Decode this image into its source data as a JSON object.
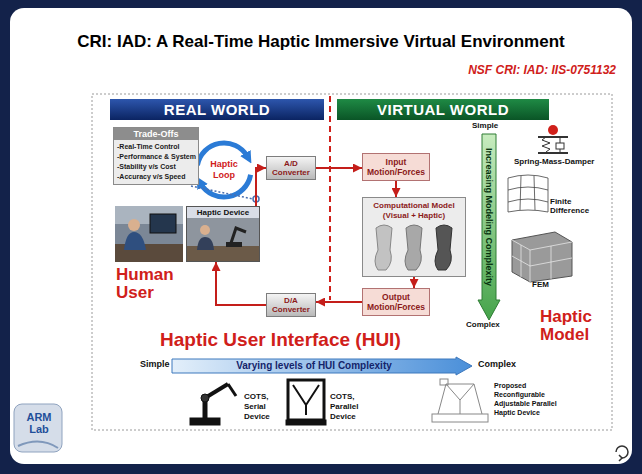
{
  "diagram": {
    "title": "CRI: IAD: A Real-Time Haptic Immersive Virtual Environment",
    "nodes": [
      {
        "text": [
          "REAL WORLD"
        ]
      },
      {
        "text": [
          "VIRTUAL WORLD"
        ]
      },
      {
        "text": [
          "Trade-Offs",
          "-Real-Time Control",
          "-Performance & System",
          "-Stability v/s Cost",
          "-Accuracy v/s Speed"
        ]
      },
      {
        "text": [
          "A/D Converter"
        ]
      },
      {
        "text": [
          "Input Motion/Forces"
        ]
      },
      {
        "text": [
          "Haptic Device"
        ]
      },
      {
        "text": [
          "Computational Model (Visual + Haptic)"
        ]
      },
      {
        "text": [
          "Increasing Modeling Complexity"
        ]
      },
      {
        "text": [
          "Output Motion/Forces"
        ]
      },
      {
        "text": [
          "D/A Converter"
        ]
      },
      {
        "text": [
          "Varying levels of HUI Complexity"
        ]
      }
    ],
    "edges": [
      {
        "from": 5,
        "to": 3,
        "arrow": "to"
      },
      {
        "from": 3,
        "to": 4,
        "arrow": "to"
      },
      {
        "from": 4,
        "to": 6,
        "arrow": "to"
      },
      {
        "from": 6,
        "to": 8,
        "arrow": "to"
      },
      {
        "from": 8,
        "to": 9,
        "arrow": "to"
      },
      {
        "from": 9,
        "to": 5,
        "arrow": "to"
      }
    ],
    "labels": [
      "NSF CRI: IAD: IIS-0751132",
      "Simple",
      "Spring-Mass-Damper",
      "Finite Difference",
      "FEM",
      "Haptic Loop",
      "Human User",
      "Complex",
      "Haptic Model",
      "Haptic User Interface (HUI)",
      "Simple",
      "Complex",
      "COTS, Serial Device",
      "COTS, Parallel Device",
      "Proposed Reconfigurable Adjustable Parallel Haptic Device",
      "ARM Lab"
    ]
  }
}
